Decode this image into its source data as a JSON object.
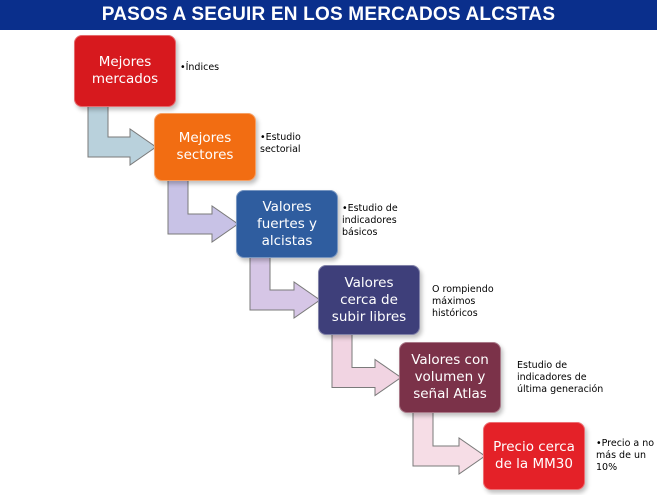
{
  "title": "PASOS A SEGUIR EN LOS MERCADOS ALCSTAS",
  "steps": [
    {
      "label": "Mejores mercados",
      "note": "•Índices",
      "color": "#d7191e",
      "arrow": "#b9d1dc"
    },
    {
      "label": "Mejores sectores",
      "note": "•Estudio sectorial",
      "color": "#f26d12",
      "arrow": "#c8c2e6"
    },
    {
      "label": "Valores fuertes y alcistas",
      "note": "•Estudio de indicadores básicos",
      "color": "#2f5d9f",
      "arrow": "#d6c6e6"
    },
    {
      "label": "Valores cerca de subir libres",
      "note": "O rompiendo máximos históricos",
      "color": "#3e3f7a",
      "arrow": "#f1d4e2"
    },
    {
      "label": "Valores con volumen y señal Atlas",
      "note": "Estudio de indicadores de última generación",
      "color": "#7b3249",
      "arrow": "#f6dde6"
    },
    {
      "label": "Precio cerca de la MM30",
      "note": "•Precio a no más de un 10%",
      "color": "#e42128"
    }
  ]
}
